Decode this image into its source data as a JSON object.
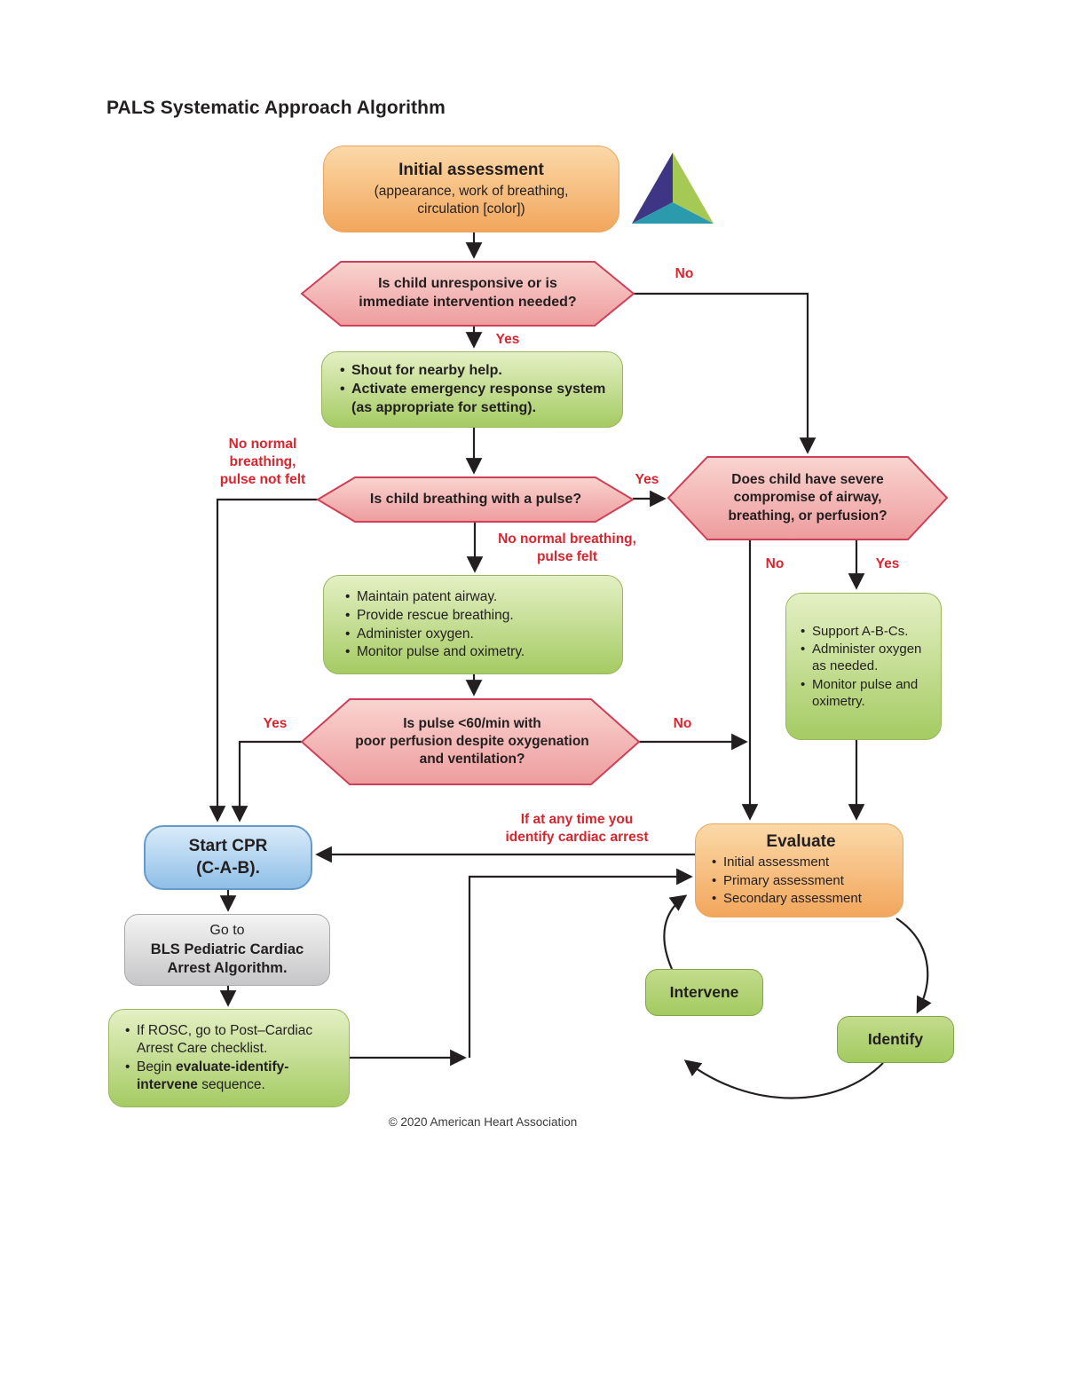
{
  "title": "PALS Systematic Approach Algorithm",
  "copyright": "© 2020 American Heart Association",
  "colors": {
    "red_label": "#D9252E",
    "text_dark": "#231F20",
    "line": "#231F20",
    "orange_top": "#FBD9A8",
    "orange_bottom": "#F2A65C",
    "orange_border": "#E9A75F",
    "pink_top": "#F9D4D0",
    "pink_bottom": "#EE9C9D",
    "pink_border": "#CE4057",
    "green_top": "#E4F0C4",
    "green_bottom": "#A5CB63",
    "green_border": "#9AB65C",
    "blue_top": "#D9EBF9",
    "blue_bottom": "#8FBFE7",
    "blue_border": "#649AC9",
    "gray_top": "#F4F4F4",
    "gray_bottom": "#C6C6C8",
    "gray_border": "#A9A9AB",
    "cycle_green_top": "#C3DC8C",
    "cycle_green_bottom": "#A3CA60",
    "cycle_green_border": "#7EA748",
    "triangle_left": "#3E3684",
    "triangle_right": "#A6C854",
    "triangle_bottom": "#2B9AAD"
  },
  "nodes": {
    "initial_assessment": {
      "title": "Initial assessment",
      "subtitle": "(appearance, work of breathing,\ncirculation [color])"
    },
    "decision_unresponsive": {
      "text": "Is child unresponsive or is\nimmediate intervention needed?"
    },
    "action_shout": {
      "bullets": [
        "Shout for nearby help.",
        "Activate emergency response system (as appropriate for setting)."
      ]
    },
    "decision_breathing": {
      "text": "Is child breathing with a pulse?"
    },
    "decision_severe": {
      "text": "Does child have severe\ncompromise of airway,\nbreathing, or perfusion?"
    },
    "action_airway": {
      "bullets": [
        "Maintain patent airway.",
        "Provide rescue breathing.",
        "Administer oxygen.",
        "Monitor pulse and oximetry."
      ]
    },
    "action_support": {
      "bullets": [
        "Support A-B-Cs.",
        "Administer oxygen as needed.",
        "Monitor pulse and oximetry."
      ]
    },
    "decision_pulse60": {
      "text": "Is pulse <60/min with\npoor perfusion despite oxygenation\nand ventilation?"
    },
    "start_cpr": {
      "text": "Start CPR\n(C-A-B)."
    },
    "goto_bls": {
      "line1": "Go to",
      "line2": "BLS Pediatric Cardiac\nArrest Algorithm."
    },
    "action_rosc": {
      "bullet1": "If ROSC, go to Post–Cardiac Arrest Care checklist.",
      "bullet2_pre": "Begin ",
      "bullet2_bold": "evaluate-identify-intervene",
      "bullet2_post": " sequence."
    },
    "evaluate": {
      "title": "Evaluate",
      "bullets": [
        "Initial assessment",
        "Primary assessment",
        "Secondary assessment"
      ]
    },
    "intervene": {
      "label": "Intervene"
    },
    "identify": {
      "label": "Identify"
    }
  },
  "labels": {
    "no_unresponsive": "No",
    "yes_unresponsive": "Yes",
    "branch_no_breathing_no_pulse": "No normal\nbreathing,\npulse not felt",
    "yes_breathing": "Yes",
    "branch_no_breathing_pulse_felt": "No normal breathing,\npulse felt",
    "no_severe": "No",
    "yes_severe": "Yes",
    "yes_pulse60": "Yes",
    "no_pulse60": "No",
    "cardiac_arrest_note": "If at any time you\nidentify cardiac arrest"
  }
}
